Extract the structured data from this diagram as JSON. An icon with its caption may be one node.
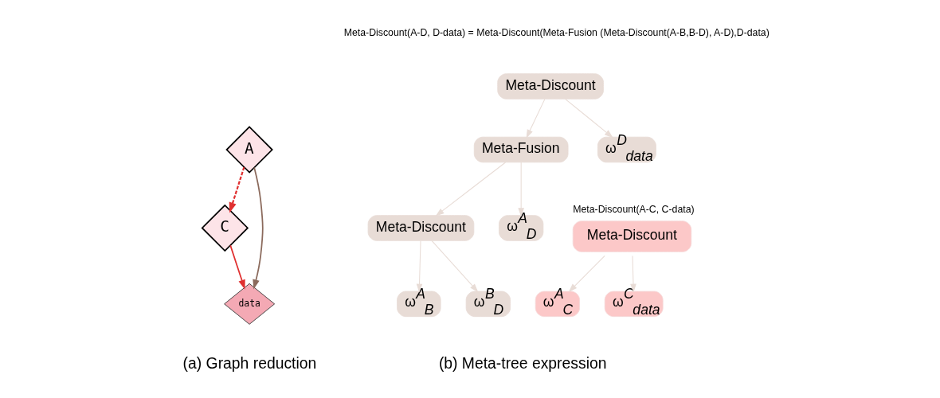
{
  "diagram": {
    "nodes": [
      {
        "text": [
          "A"
        ]
      },
      {
        "text": [
          "C"
        ]
      },
      {
        "text": [
          "data"
        ]
      },
      {
        "text": [
          "Meta-Discount"
        ]
      },
      {
        "text": [
          "Meta-Fusion"
        ]
      },
      {
        "text": [
          "ω$^{D}$$_{data}$"
        ]
      },
      {
        "text": [
          "Meta-Discount"
        ]
      },
      {
        "text": [
          "ω$^{A}$$_{D}$"
        ]
      },
      {
        "text": [
          "ω$^{A}$$_{B}$"
        ]
      },
      {
        "text": [
          "ω$^{B}$$_{D}$"
        ]
      },
      {
        "text": [
          "Meta-Discount"
        ],
        "beside": [
          "Meta-Discount(A-C, C-data)"
        ]
      },
      {
        "text": [
          "ω$^{A}$$_{C}$"
        ]
      },
      {
        "text": [
          "ω$^{C}$$_{data}$"
        ]
      }
    ],
    "edges": [
      {
        "from": 0,
        "to": 1,
        "arrow": "to",
        "style": "dashed",
        "color": "#e03030"
      },
      {
        "from": 1,
        "to": 2,
        "arrow": "to",
        "color": "#e03030"
      },
      {
        "from": 0,
        "to": 2,
        "arrow": "to",
        "color": "#8b6a5c"
      },
      {
        "from": 3,
        "to": 4,
        "arrow": "to"
      },
      {
        "from": 3,
        "to": 5,
        "arrow": "to"
      },
      {
        "from": 4,
        "to": 6,
        "arrow": "to"
      },
      {
        "from": 4,
        "to": 7,
        "arrow": "to"
      },
      {
        "from": 6,
        "to": 8,
        "arrow": "to"
      },
      {
        "from": 6,
        "to": 9,
        "arrow": "to"
      },
      {
        "from": 10,
        "to": 11,
        "arrow": "to"
      },
      {
        "from": 10,
        "to": 12,
        "arrow": "to"
      }
    ],
    "labels": [
      "Meta-Discount(A-D, D-data) = Meta-Discount(Meta-Fusion (Meta-Discount(A-B,B-D), A-D),D-data)",
      "(a) Graph reduction",
      "(b) Meta-tree expression"
    ]
  }
}
